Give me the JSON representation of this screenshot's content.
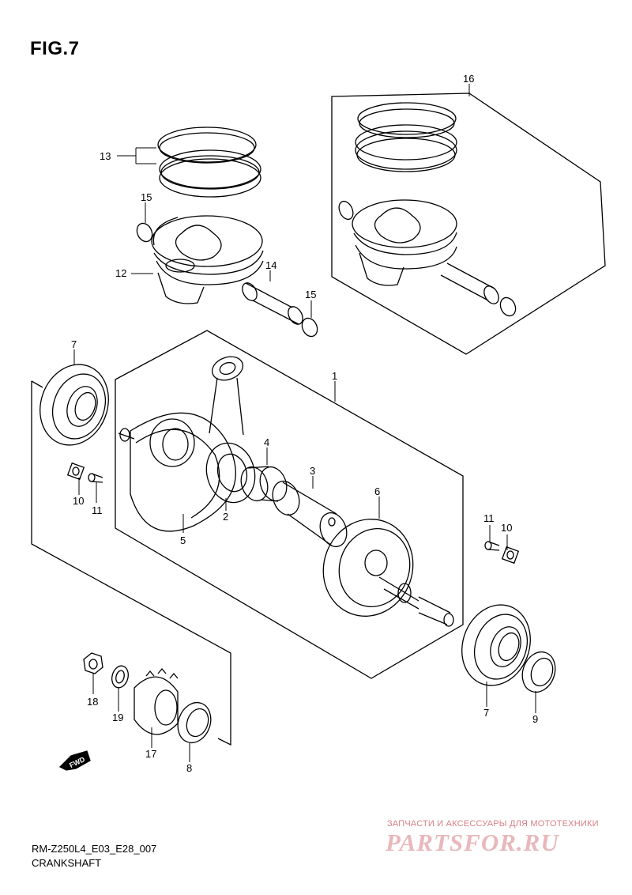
{
  "figure_title": "FIG.7",
  "drawing_code": "RM-Z250L4_E03_E28_007",
  "caption": "CRANKSHAFT",
  "watermark": {
    "tagline": "ЗАПЧАСТИ И АКСЕССУАРЫ ДЛЯ МОТОТЕХНИКИ",
    "logo_text": "PARTSFOR.RU"
  },
  "direction_tag": "FWD",
  "callouts": {
    "c1": "1",
    "c2": "2",
    "c3": "3",
    "c4": "4",
    "c5": "5",
    "c6": "6",
    "c7a": "7",
    "c7b": "7",
    "c8": "8",
    "c9": "9",
    "c10a": "10",
    "c10b": "10",
    "c11a": "11",
    "c11b": "11",
    "c12": "12",
    "c13": "13",
    "c14": "14",
    "c15a": "15",
    "c15b": "15",
    "c16": "16",
    "c17": "17",
    "c18": "18",
    "c19": "19"
  },
  "colors": {
    "line": "#000000",
    "background": "#ffffff",
    "watermark": "#d77f86"
  }
}
